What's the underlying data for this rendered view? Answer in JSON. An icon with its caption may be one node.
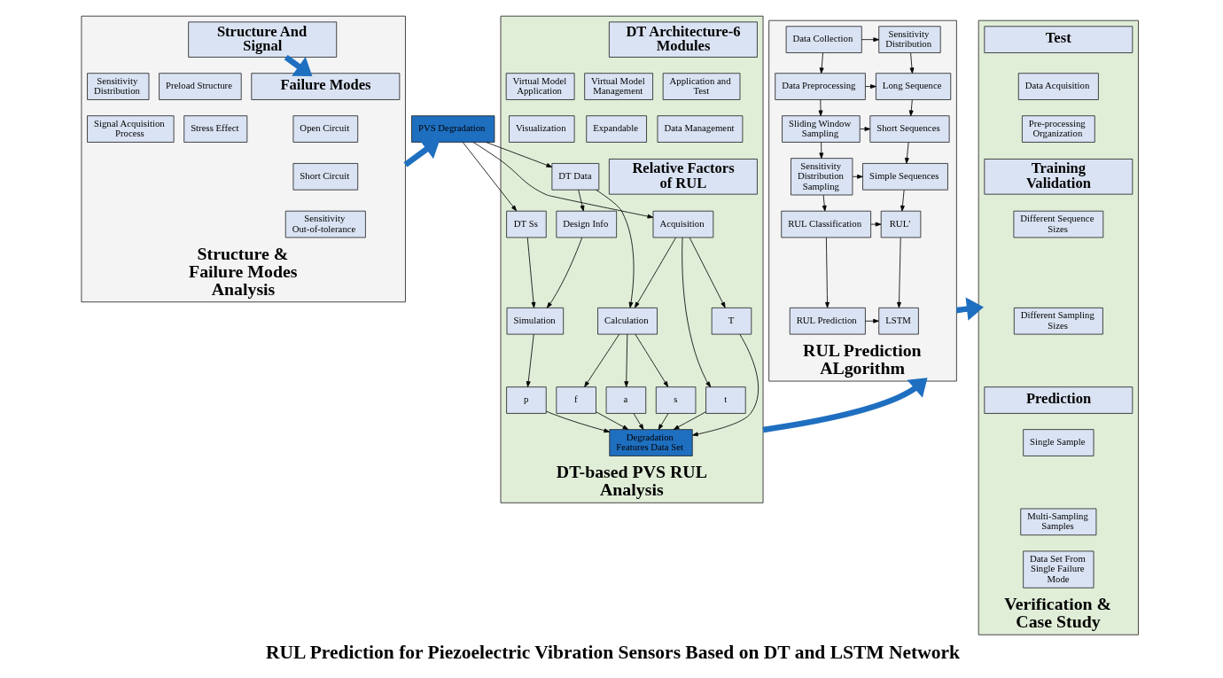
{
  "diagram": {
    "title": "RUL Prediction for Piezoelectric Vibration Sensors Based on DT and LSTM Network",
    "nodes": [
      {
        "text": [
          "Structure & Failure Modes Analysis"
        ]
      },
      {
        "text": [
          "Structure And Signal"
        ],
        "in": 0
      },
      {
        "text": [
          "Preload Structure"
        ],
        "in": 0
      },
      {
        "text": [
          "Sensitivity Distribution"
        ],
        "in": 0
      },
      {
        "text": [
          "Stress Effect"
        ],
        "in": 0
      },
      {
        "text": [
          "Signal Acquisition Process"
        ],
        "in": 0
      },
      {
        "text": [
          "Failure Modes"
        ],
        "in": 0
      },
      {
        "text": [
          "Open Circuit"
        ],
        "in": 0
      },
      {
        "text": [
          "Short Circuit"
        ],
        "in": 0
      },
      {
        "text": [
          "Sensitivity Out-of-tolerance"
        ],
        "in": 0
      },
      {
        "text": [
          "DT-based PVS RUL Analysis"
        ]
      },
      {
        "text": [
          "DT Architecture-6 Modules"
        ],
        "in": 10
      },
      {
        "text": [
          "Application and Test"
        ],
        "in": 10
      },
      {
        "text": [
          "Virtual Model Management"
        ],
        "in": 10
      },
      {
        "text": [
          "Virtual Model Application"
        ],
        "in": 10
      },
      {
        "text": [
          "Data Management"
        ],
        "in": 10
      },
      {
        "text": [
          "Expandable"
        ],
        "in": 10
      },
      {
        "text": [
          "Visualization"
        ],
        "in": 10
      },
      {
        "text": [
          "Relative Factors of RUL"
        ],
        "in": 10
      },
      {
        "text": [
          "PVS Degradation"
        ]
      },
      {
        "text": [
          "DT Ss"
        ],
        "in": 10
      },
      {
        "text": [
          "DT Data"
        ],
        "in": 10
      },
      {
        "text": [
          "Design Info"
        ],
        "in": 10
      },
      {
        "text": [
          "Acquisition"
        ],
        "in": 10
      },
      {
        "text": [
          "Calculation"
        ],
        "in": 10
      },
      {
        "text": [
          "Simulation"
        ],
        "in": 10
      },
      {
        "text": [
          "t"
        ],
        "in": 10
      },
      {
        "text": [
          "T"
        ],
        "in": 10
      },
      {
        "text": [
          "s"
        ],
        "in": 10
      },
      {
        "text": [
          "f"
        ],
        "in": 10
      },
      {
        "text": [
          "a"
        ],
        "in": 10
      },
      {
        "text": [
          "p"
        ],
        "in": 10
      },
      {
        "text": [
          "Degradation Features Data Set"
        ],
        "in": 10
      },
      {
        "text": [
          "RUL Prediction ALgorithm"
        ]
      },
      {
        "text": [
          "Data Collection"
        ],
        "in": 33
      },
      {
        "text": [
          "Sensitivity Distribution"
        ],
        "in": 33
      },
      {
        "text": [
          "Data Preprocessing"
        ],
        "in": 33
      },
      {
        "text": [
          "Long Sequence"
        ],
        "in": 33
      },
      {
        "text": [
          "Sliding Window Sampling"
        ],
        "in": 33
      },
      {
        "text": [
          "Short Sequences"
        ],
        "in": 33
      },
      {
        "text": [
          "Sensitivity Distribution Sampling"
        ],
        "in": 33
      },
      {
        "text": [
          "Simple Sequences"
        ],
        "in": 33
      },
      {
        "text": [
          "RUL Classification"
        ],
        "in": 33
      },
      {
        "text": [
          "RUL′"
        ],
        "in": 33
      },
      {
        "text": [
          "RUL Prediction"
        ],
        "in": 33
      },
      {
        "text": [
          "LSTM"
        ],
        "in": 33
      },
      {
        "text": [
          "Verification & Case Study"
        ]
      },
      {
        "text": [
          "Test"
        ],
        "in": 46
      },
      {
        "text": [
          "Data Acquisition"
        ],
        "in": 46
      },
      {
        "text": [
          "Pre-processing Organization"
        ],
        "in": 46
      },
      {
        "text": [
          "Training Validation"
        ],
        "in": 46
      },
      {
        "text": [
          "Different Sequence Sizes"
        ],
        "in": 46
      },
      {
        "text": [
          "Different Sampling Sizes"
        ],
        "in": 46
      },
      {
        "text": [
          "Prediction"
        ],
        "in": 46
      },
      {
        "text": [
          "Single Sample"
        ],
        "in": 46
      },
      {
        "text": [
          "Multi-Sampling Samples"
        ],
        "in": 46
      },
      {
        "text": [
          "Data Set From Single Failure Mode"
        ],
        "in": 46
      }
    ],
    "edges": [
      {
        "from": 1,
        "to": 6,
        "arrow": "to",
        "style": "thick",
        "color": "#1f6fc0"
      },
      {
        "from": 0,
        "to": 19,
        "arrow": "to",
        "style": "thick",
        "color": "#1f6fc0"
      },
      {
        "from": 19,
        "to": 23,
        "arrow": "to"
      },
      {
        "from": 19,
        "to": 20,
        "arrow": "to"
      },
      {
        "from": 19,
        "to": 21,
        "arrow": "to"
      },
      {
        "from": 20,
        "to": 25,
        "arrow": "to"
      },
      {
        "from": 21,
        "to": 24,
        "arrow": "to"
      },
      {
        "from": 21,
        "to": 22,
        "arrow": "to"
      },
      {
        "from": 22,
        "to": 25,
        "arrow": "to"
      },
      {
        "from": 23,
        "to": 24,
        "arrow": "to"
      },
      {
        "from": 23,
        "to": 26,
        "arrow": "to"
      },
      {
        "from": 23,
        "to": 27,
        "arrow": "to"
      },
      {
        "from": 24,
        "to": 28,
        "arrow": "to"
      },
      {
        "from": 24,
        "to": 29,
        "arrow": "to"
      },
      {
        "from": 24,
        "to": 30,
        "arrow": "to"
      },
      {
        "from": 25,
        "to": 31,
        "arrow": "to"
      },
      {
        "from": 26,
        "to": 32,
        "arrow": "to"
      },
      {
        "from": 27,
        "to": 32,
        "arrow": "to"
      },
      {
        "from": 28,
        "to": 32,
        "arrow": "to"
      },
      {
        "from": 29,
        "to": 32,
        "arrow": "to"
      },
      {
        "from": 30,
        "to": 32,
        "arrow": "to"
      },
      {
        "from": 31,
        "to": 32,
        "arrow": "to"
      },
      {
        "from": 10,
        "to": 33,
        "arrow": "to",
        "style": "thick",
        "color": "#1f6fc0"
      },
      {
        "from": 34,
        "to": 35,
        "arrow": "to"
      },
      {
        "from": 34,
        "to": 36,
        "arrow": "to"
      },
      {
        "from": 35,
        "to": 37,
        "arrow": "to"
      },
      {
        "from": 36,
        "to": 37,
        "arrow": "to"
      },
      {
        "from": 36,
        "to": 38,
        "arrow": "to"
      },
      {
        "from": 37,
        "to": 39,
        "arrow": "to"
      },
      {
        "from": 38,
        "to": 39,
        "arrow": "to"
      },
      {
        "from": 38,
        "to": 40,
        "arrow": "to"
      },
      {
        "from": 39,
        "to": 41,
        "arrow": "to"
      },
      {
        "from": 40,
        "to": 41,
        "arrow": "to"
      },
      {
        "from": 40,
        "to": 42,
        "arrow": "to"
      },
      {
        "from": 41,
        "to": 43,
        "arrow": "to"
      },
      {
        "from": 42,
        "to": 43,
        "arrow": "to"
      },
      {
        "from": 42,
        "to": 44,
        "arrow": "to"
      },
      {
        "from": 43,
        "to": 45,
        "arrow": "to"
      },
      {
        "from": 44,
        "to": 45,
        "arrow": "to"
      },
      {
        "from": 33,
        "to": 46,
        "arrow": "to",
        "style": "thick",
        "color": "#1f6fc0"
      }
    ]
  }
}
